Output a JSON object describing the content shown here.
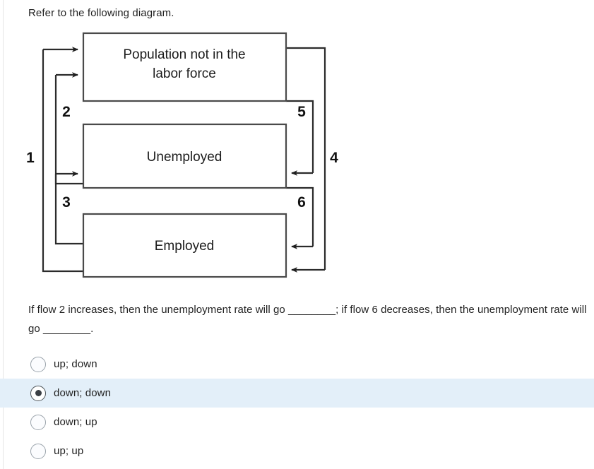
{
  "prompt": "Refer to the following diagram.",
  "diagram": {
    "boxes": [
      {
        "id": "not-in-labor-force",
        "line1": "Population not in the",
        "line2": "labor force"
      },
      {
        "id": "unemployed",
        "line1": "Unemployed",
        "line2": ""
      },
      {
        "id": "employed",
        "line1": "Employed",
        "line2": ""
      }
    ],
    "flow_labels": {
      "f1": "1",
      "f2": "2",
      "f3": "3",
      "f4": "4",
      "f5": "5",
      "f6": "6"
    },
    "colors": {
      "box_border": "#4a4a4a",
      "arrow": "#1f1f1f",
      "box_fill": "#ffffff"
    }
  },
  "question": {
    "text": "If flow 2 increases, then the unemployment rate will go ________; if flow 6 decreases, then the unemployment rate will go ________."
  },
  "options": {
    "items": [
      {
        "label": "up; down",
        "selected": false
      },
      {
        "label": "down; down",
        "selected": true
      },
      {
        "label": "down; up",
        "selected": false
      },
      {
        "label": "up; up",
        "selected": false
      }
    ],
    "highlight_color": "#e3eff9"
  }
}
